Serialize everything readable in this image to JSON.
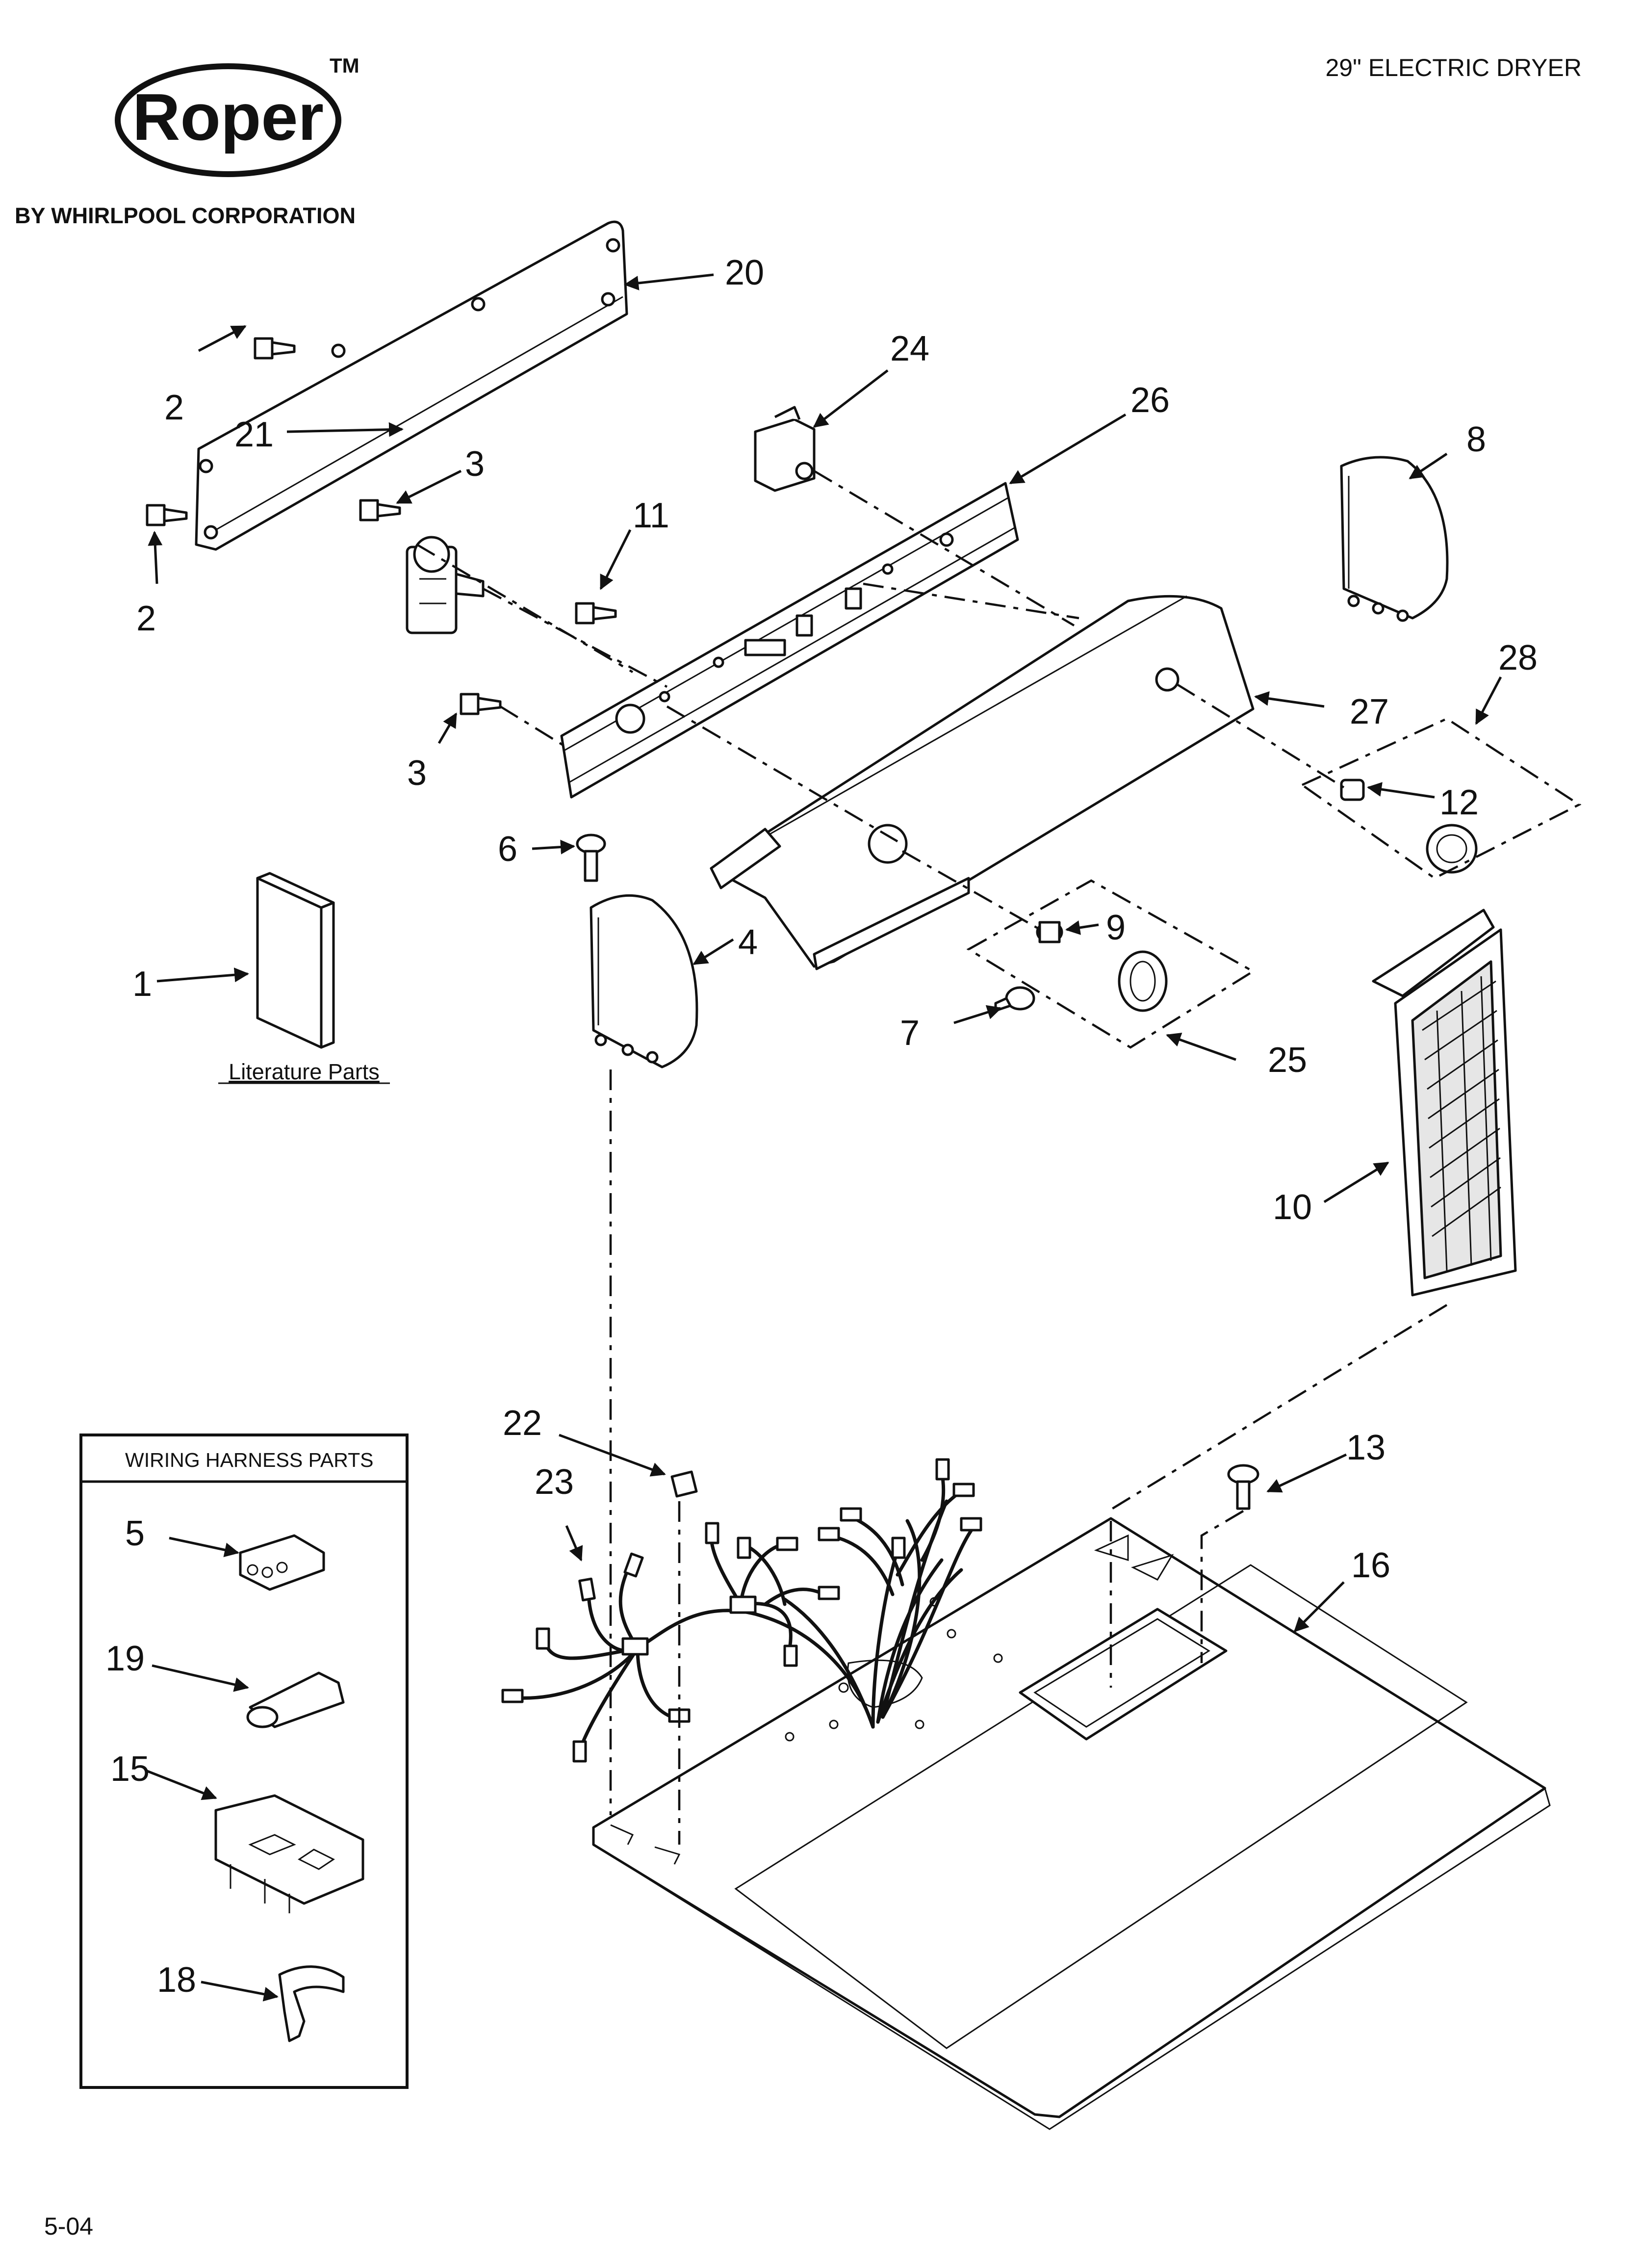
{
  "brand": {
    "logo_text": "Roper",
    "trademark": "TM",
    "subtitle": "BY WHIRLPOOL CORPORATION"
  },
  "header": {
    "model_description": "29\" ELECTRIC DRYER"
  },
  "footer": {
    "date_code": "5-04"
  },
  "literature_label": "Literature Parts",
  "inset": {
    "title": "WIRING HARNESS PARTS"
  },
  "callouts": {
    "c1": "1",
    "c2a": "2",
    "c2b": "2",
    "c3a": "3",
    "c3b": "3",
    "c4": "4",
    "c5": "5",
    "c6": "6",
    "c7": "7",
    "c8": "8",
    "c9": "9",
    "c10": "10",
    "c11": "11",
    "c12": "12",
    "c13": "13",
    "c15": "15",
    "c16": "16",
    "c18": "18",
    "c19": "19",
    "c20": "20",
    "c21": "21",
    "c22": "22",
    "c23": "23",
    "c24": "24",
    "c25": "25",
    "c26": "26",
    "c27": "27",
    "c28": "28"
  }
}
